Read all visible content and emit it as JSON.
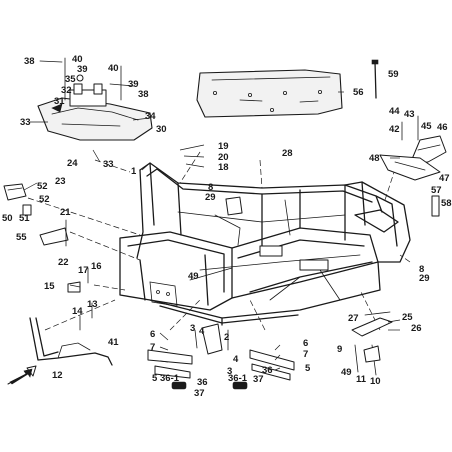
{
  "diagram": {
    "type": "exploded parts diagram",
    "callouts": [
      {
        "id": "c1",
        "text": "1"
      },
      {
        "id": "c2",
        "text": "2"
      },
      {
        "id": "c3a",
        "text": "3"
      },
      {
        "id": "c3b",
        "text": "3"
      },
      {
        "id": "c4a",
        "text": "4"
      },
      {
        "id": "c4b",
        "text": "4"
      },
      {
        "id": "c5a",
        "text": "5"
      },
      {
        "id": "c5b",
        "text": "5"
      },
      {
        "id": "c6a",
        "text": "6"
      },
      {
        "id": "c6b",
        "text": "6"
      },
      {
        "id": "c7a",
        "text": "7"
      },
      {
        "id": "c7b",
        "text": "7"
      },
      {
        "id": "c8a",
        "text": "8"
      },
      {
        "id": "c8b",
        "text": "8"
      },
      {
        "id": "c9",
        "text": "9"
      },
      {
        "id": "c10",
        "text": "10"
      },
      {
        "id": "c11",
        "text": "11"
      },
      {
        "id": "c12",
        "text": "12"
      },
      {
        "id": "c13",
        "text": "13"
      },
      {
        "id": "c14",
        "text": "14"
      },
      {
        "id": "c15",
        "text": "15"
      },
      {
        "id": "c16",
        "text": "16"
      },
      {
        "id": "c17",
        "text": "17"
      },
      {
        "id": "c18",
        "text": "18"
      },
      {
        "id": "c19",
        "text": "19"
      },
      {
        "id": "c20",
        "text": "20"
      },
      {
        "id": "c21",
        "text": "21"
      },
      {
        "id": "c22",
        "text": "22"
      },
      {
        "id": "c23",
        "text": "23"
      },
      {
        "id": "c24",
        "text": "24"
      },
      {
        "id": "c25",
        "text": "25"
      },
      {
        "id": "c26",
        "text": "26"
      },
      {
        "id": "c27",
        "text": "27"
      },
      {
        "id": "c28",
        "text": "28"
      },
      {
        "id": "c29a",
        "text": "29"
      },
      {
        "id": "c29b",
        "text": "29"
      },
      {
        "id": "c30",
        "text": "30"
      },
      {
        "id": "c31",
        "text": "31"
      },
      {
        "id": "c32",
        "text": "32"
      },
      {
        "id": "c33a",
        "text": "33"
      },
      {
        "id": "c33b",
        "text": "33"
      },
      {
        "id": "c34",
        "text": "34"
      },
      {
        "id": "c35",
        "text": "35"
      },
      {
        "id": "c36a",
        "text": "36"
      },
      {
        "id": "c36b",
        "text": "36"
      },
      {
        "id": "c36_1a",
        "text": "36-1"
      },
      {
        "id": "c36_1b",
        "text": "36-1"
      },
      {
        "id": "c37a",
        "text": "37"
      },
      {
        "id": "c37b",
        "text": "37"
      },
      {
        "id": "c38a",
        "text": "38"
      },
      {
        "id": "c38b",
        "text": "38"
      },
      {
        "id": "c39a",
        "text": "39"
      },
      {
        "id": "c39b",
        "text": "39"
      },
      {
        "id": "c40a",
        "text": "40"
      },
      {
        "id": "c40b",
        "text": "40"
      },
      {
        "id": "c41",
        "text": "41"
      },
      {
        "id": "c42",
        "text": "42"
      },
      {
        "id": "c43",
        "text": "43"
      },
      {
        "id": "c44",
        "text": "44"
      },
      {
        "id": "c45",
        "text": "45"
      },
      {
        "id": "c46",
        "text": "46"
      },
      {
        "id": "c47",
        "text": "47"
      },
      {
        "id": "c48",
        "text": "48"
      },
      {
        "id": "c49a",
        "text": "49"
      },
      {
        "id": "c49b",
        "text": "49"
      },
      {
        "id": "c50",
        "text": "50"
      },
      {
        "id": "c51",
        "text": "51"
      },
      {
        "id": "c52a",
        "text": "52"
      },
      {
        "id": "c52b",
        "text": "52"
      },
      {
        "id": "c55",
        "text": "55"
      },
      {
        "id": "c56",
        "text": "56"
      },
      {
        "id": "c57",
        "text": "57"
      },
      {
        "id": "c58",
        "text": "58"
      },
      {
        "id": "c59",
        "text": "59"
      }
    ]
  },
  "colors": {
    "ink": "#1a1a1a",
    "background": "#ffffff",
    "panel_fill": "#f2f2f2"
  },
  "icons": {
    "front_direction": "direction-arrow-icon"
  }
}
